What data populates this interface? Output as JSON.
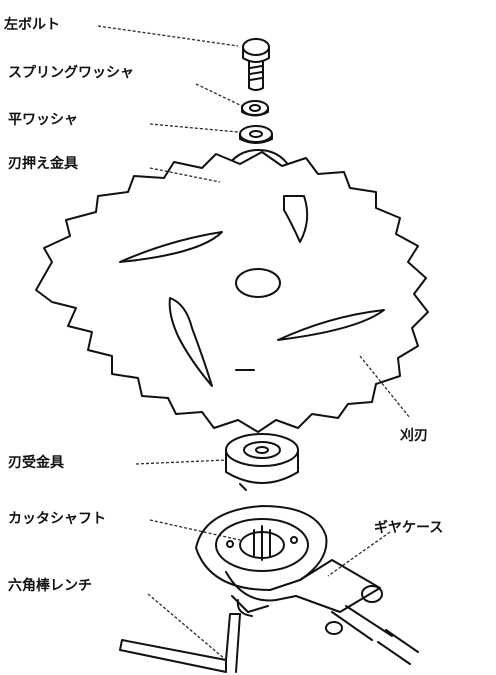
{
  "labels": {
    "left_bolt": "左ボルト",
    "spring_washer": "スプリングワッシャ",
    "flat_washer": "平ワッシャ",
    "blade_holder": "刃押え金具",
    "cutting_blade": "刈刃",
    "blade_receiver": "刃受金具",
    "cutter_shaft": "カッタシャフト",
    "gear_case": "ギヤケース",
    "hex_wrench": "六角棒レンチ"
  },
  "colors": {
    "ink": "#111111",
    "leader": "#2a2a2a",
    "background": "#ffffff"
  }
}
